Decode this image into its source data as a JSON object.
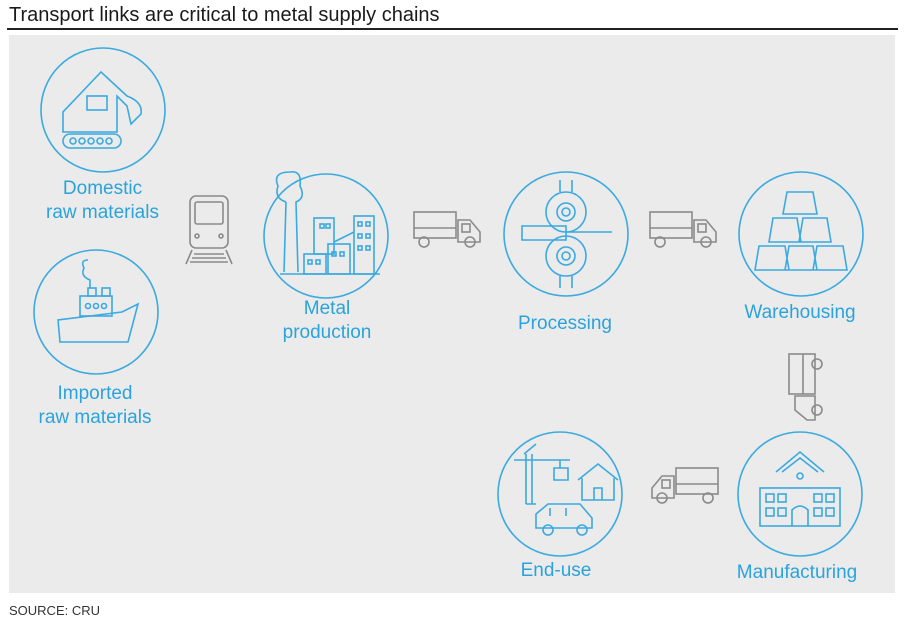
{
  "title": "Transport links are critical to metal supply chains",
  "source": "SOURCE: CRU",
  "colors": {
    "accent": "#2aa3dc",
    "panel": "#ebebeb",
    "transport": "#8a8a8a"
  },
  "nodes": [
    {
      "id": "domestic",
      "icon": "excavator-icon",
      "label_lines": [
        "Domestic",
        "raw materials"
      ]
    },
    {
      "id": "imported",
      "icon": "ship-icon",
      "label_lines": [
        "Imported",
        "raw materials"
      ]
    },
    {
      "id": "metal",
      "icon": "factory-icon",
      "label_lines": [
        "Metal",
        "production"
      ]
    },
    {
      "id": "processing",
      "icon": "rolling-mill-icon",
      "label_lines": [
        "Processing"
      ]
    },
    {
      "id": "warehousing",
      "icon": "metal-bars-icon",
      "label_lines": [
        "Warehousing"
      ]
    },
    {
      "id": "manufacturing",
      "icon": "building-icon",
      "label_lines": [
        "Manufacturing"
      ]
    },
    {
      "id": "enduse",
      "icon": "crane-house-car-icon",
      "label_lines": [
        "End-use"
      ]
    }
  ],
  "transport_links": [
    {
      "from": "raw materials",
      "to": "Metal production",
      "icon": "train-icon"
    },
    {
      "from": "Metal production",
      "to": "Processing",
      "icon": "truck-icon"
    },
    {
      "from": "Processing",
      "to": "Warehousing",
      "icon": "truck-icon"
    },
    {
      "from": "Warehousing",
      "to": "Manufacturing",
      "icon": "truck-icon"
    },
    {
      "from": "Manufacturing",
      "to": "End-use",
      "icon": "truck-icon"
    }
  ]
}
